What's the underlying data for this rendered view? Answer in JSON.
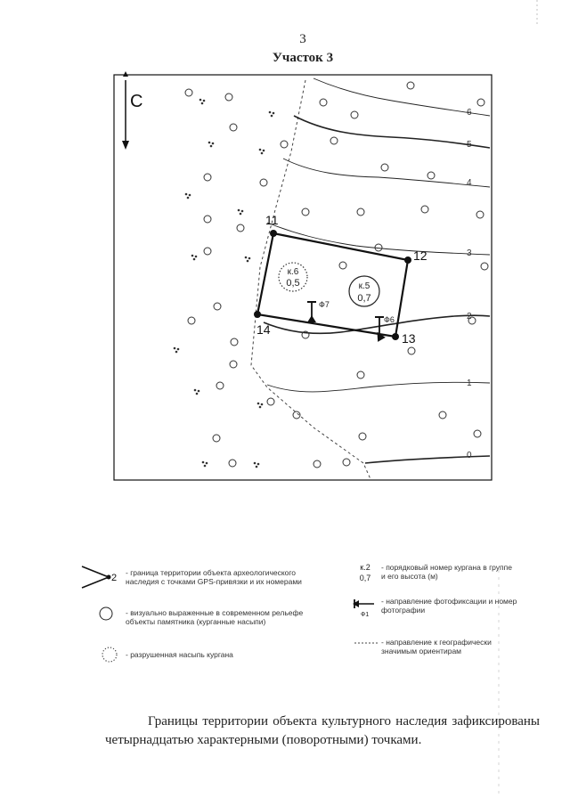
{
  "page": {
    "number": "3",
    "title": "Участок 3"
  },
  "map": {
    "north_label": "С",
    "contour_labels": [
      "6",
      "5",
      "4",
      "3",
      "2",
      "1",
      "0"
    ],
    "points": [
      "11",
      "12",
      "13",
      "14"
    ],
    "mound_labels": [
      {
        "id": "к.6",
        "height": "0,5"
      },
      {
        "id": "к.5",
        "height": "0,7"
      }
    ],
    "photo_labels": [
      "Ф7",
      "Ф6"
    ]
  },
  "legend": {
    "boundary": {
      "symbol_number": "2",
      "text": "- граница территории объекта археологического наследия с точками GPS-привязки и их номерами"
    },
    "mounds": {
      "text": "- визуально выраженные в современном рельефе объекты памятника (курганные насыпи)"
    },
    "destroyed": {
      "text": "- разрушенная насыпь кургана"
    },
    "numbering": {
      "symbol_id": "к.2",
      "symbol_height": "0,7",
      "text": "- порядковый номер кургана в группе и его высота (м)"
    },
    "photo": {
      "symbol_label": "Ф1",
      "text": "- направление фотофиксации и номер фотографии"
    },
    "geo": {
      "text": "- направление к географически значимым ориентирам"
    }
  },
  "caption": "Границы территории объекта культурного наследия зафиксированы четырнадцатью характерными (поворотными) точками."
}
